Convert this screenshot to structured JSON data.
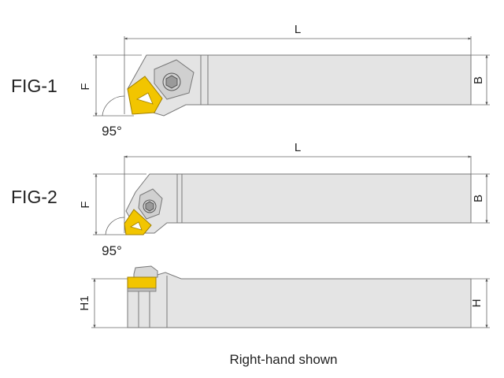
{
  "figures": {
    "fig1": {
      "label": "FIG-1",
      "dim_length": "L",
      "dim_f": "F",
      "dim_b": "B",
      "angle": "95°"
    },
    "fig2": {
      "label": "FIG-2",
      "dim_length": "L",
      "dim_f": "F",
      "dim_b": "B",
      "angle": "95°"
    },
    "side": {
      "dim_h1": "H1",
      "dim_h": "H"
    }
  },
  "caption": "Right-hand shown",
  "colors": {
    "body_fill": "#e4e4e4",
    "body_edge": "#777777",
    "insert": "#f2c500",
    "dimension_line": "#666666"
  }
}
